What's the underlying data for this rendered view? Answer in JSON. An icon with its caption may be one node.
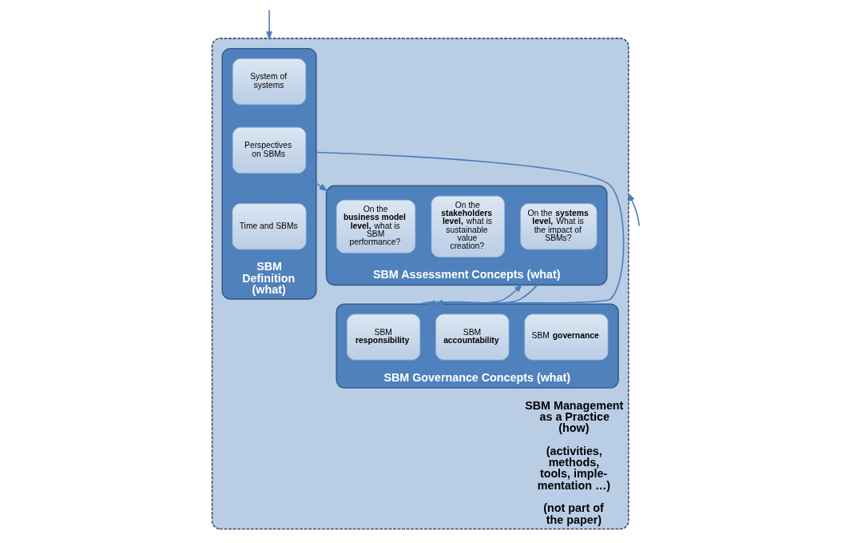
{
  "diagram": {
    "nodes": [
      {
        "text": [
          "SBM Management as a Practice (how)",
          "(activities, methods, tools, imple- mentation …)",
          "(not part of the paper)"
        ]
      },
      {
        "text": [
          "SBM Definition (what)"
        ],
        "in": 0
      },
      {
        "text": [
          "System of systems"
        ],
        "in": 1
      },
      {
        "text": [
          "Perspectives on SBMs"
        ],
        "in": 1
      },
      {
        "text": [
          "Time and SBMs"
        ],
        "in": 1
      },
      {
        "text": [
          "SBM Assessment Concepts (what)"
        ],
        "in": 0
      },
      {
        "text": [
          "On the **business model level,** what is SBM performance?"
        ],
        "in": 5
      },
      {
        "text": [
          "On the **stakeholders level,** what is sustainable value creation?"
        ],
        "in": 5
      },
      {
        "text": [
          "On the **systems level,** What is the impact of SBMs?"
        ],
        "in": 5
      },
      {
        "text": [
          "SBM Governance Concepts (what)"
        ],
        "in": 0
      },
      {
        "text": [
          "SBM **responsibility**"
        ],
        "in": 9
      },
      {
        "text": [
          "SBM **accountability**"
        ],
        "in": 9
      },
      {
        "text": [
          "SBM **governance**"
        ],
        "in": 9
      }
    ],
    "edges": [
      {
        "from": null,
        "to": 0,
        "arrow": "to"
      },
      {
        "from": 3,
        "to": 5,
        "arrow": "to"
      },
      {
        "from": 3,
        "to": 9,
        "arrow": "to"
      },
      {
        "from": 9,
        "to": 5,
        "arrow": "to"
      },
      {
        "from": 5,
        "to": 9,
        "arrow": "to"
      },
      {
        "from": null,
        "to": 0,
        "arrow": "to"
      }
    ]
  }
}
